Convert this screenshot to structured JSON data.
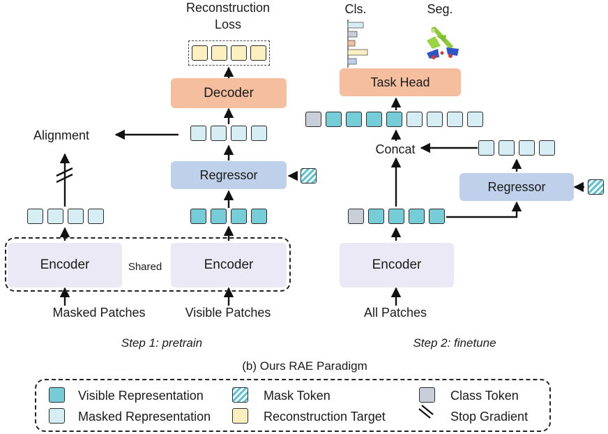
{
  "caption": "(b) Ours RAE Paradigm",
  "pretrain": {
    "step_label": "Step 1: pretrain",
    "reconstruction_line1": "Reconstruction",
    "reconstruction_line2": "Loss",
    "decoder": "Decoder",
    "alignment": "Alignment",
    "regressor": "Regressor",
    "encoder_left": "Encoder",
    "encoder_right": "Encoder",
    "shared": "Shared",
    "masked_patches": "Masked Patches",
    "visible_patches": "Visible Patches"
  },
  "finetune": {
    "step_label": "Step 2: finetune",
    "cls": "Cls.",
    "seg": "Seg.",
    "task_head": "Task Head",
    "concat": "Concat",
    "regressor": "Regressor",
    "encoder": "Encoder",
    "all_patches": "All Patches"
  },
  "legend": {
    "visible_representation": "Visible Representation",
    "mask_token": "Mask Token",
    "class_token": "Class Token",
    "masked_representation": "Masked Representation",
    "reconstruction_target": "Reconstruction Target",
    "stop_gradient": "Stop Gradient"
  },
  "colors": {
    "visible": "#76cdd8",
    "masked": "#d6edf3",
    "class_token": "#c9cfd9",
    "target": "#fdf0c0",
    "encoder": "#ebe9f5",
    "decoder": "#f5bf9f",
    "regressor": "#bfd0ea"
  }
}
